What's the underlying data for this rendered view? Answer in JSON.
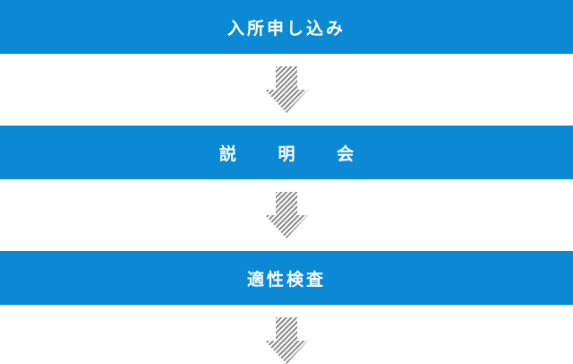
{
  "steps": [
    {
      "label": "入所申し込み"
    },
    {
      "label": "説 明 会"
    },
    {
      "label": "適性検査"
    }
  ],
  "colors": {
    "step_background": "#0b89d4",
    "step_text": "#ffffff",
    "arrow_stripe": "#8a8a8a"
  },
  "icons": {
    "connector": "down-arrow-icon"
  }
}
